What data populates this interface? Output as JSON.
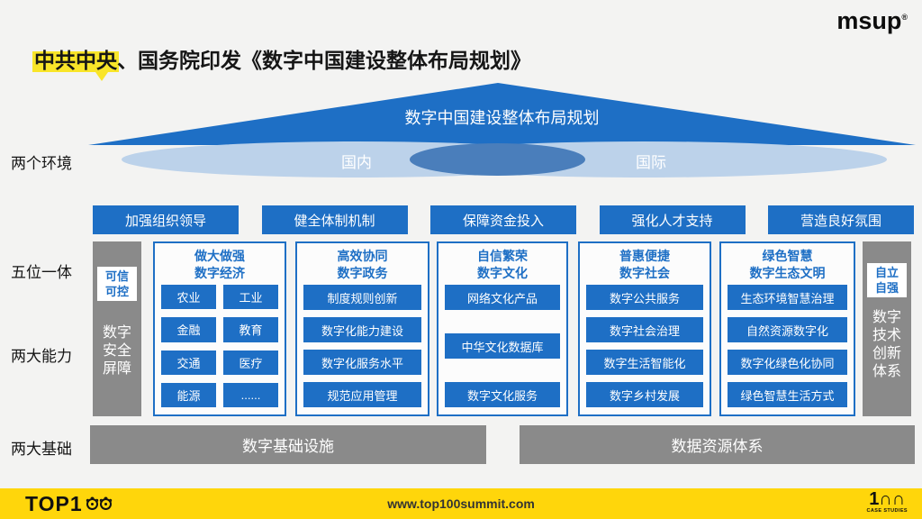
{
  "logo": {
    "text": "msup",
    "mark": "®"
  },
  "title": {
    "highlight": "中共中央",
    "rest": "、国务院印发《数字中国建设整体布局规划》"
  },
  "pyramid": {
    "label": "数字中国建设整体布局规划"
  },
  "environments": {
    "left": "国内",
    "right": "国际"
  },
  "side_labels": {
    "environments": "两个环境",
    "five_in_one": "五位一体",
    "two_capabilities": "两大能力",
    "two_foundations": "两大基础"
  },
  "safeguards": [
    "加强组织领导",
    "健全体制机制",
    "保障资金投入",
    "强化人才支持",
    "营造良好氛围"
  ],
  "left_pillar": {
    "badge": [
      "可信",
      "可控"
    ],
    "lines": [
      "数字",
      "安全",
      "屏障"
    ]
  },
  "right_pillar": {
    "badge": [
      "自立",
      "自强"
    ],
    "lines": [
      "数字",
      "技术",
      "创新",
      "体系"
    ]
  },
  "columns": [
    {
      "header": [
        "做大做强",
        "数字经济"
      ],
      "grid": [
        [
          "农业",
          "工业"
        ],
        [
          "金融",
          "教育"
        ],
        [
          "交通",
          "医疗"
        ],
        [
          "能源",
          "......"
        ]
      ]
    },
    {
      "header": [
        "高效协同",
        "数字政务"
      ],
      "items": [
        "制度规则创新",
        "数字化能力建设",
        "数字化服务水平",
        "规范应用管理"
      ]
    },
    {
      "header": [
        "自信繁荣",
        "数字文化"
      ],
      "items": [
        "网络文化产品",
        "中华文化数据库",
        "数字文化服务"
      ]
    },
    {
      "header": [
        "普惠便捷",
        "数字社会"
      ],
      "items": [
        "数字公共服务",
        "数字社会治理",
        "数字生活智能化",
        "数字乡村发展"
      ]
    },
    {
      "header": [
        "绿色智慧",
        "数字生态文明"
      ],
      "items": [
        "生态环境智慧治理",
        "自然资源数字化",
        "数字化绿色化协同",
        "绿色智慧生活方式"
      ]
    }
  ],
  "foundations": {
    "left": "数字基础设施",
    "right": "数据资源体系"
  },
  "footer": {
    "brand": "TOP1",
    "url": "www.top100summit.com",
    "badge_number": "1∩∩",
    "badge_caption": "CASE STUDIES"
  },
  "colors": {
    "accent_blue": "#1E6FC5",
    "light_blue": "#BCD2EA",
    "mid_blue": "#4A7EBB",
    "gray": "#8A8A8A",
    "yellow": "#FFD60B",
    "highlight_yellow": "#F9E529",
    "panel_bg": "#FCFCFC",
    "background": "#F3F3F2"
  }
}
